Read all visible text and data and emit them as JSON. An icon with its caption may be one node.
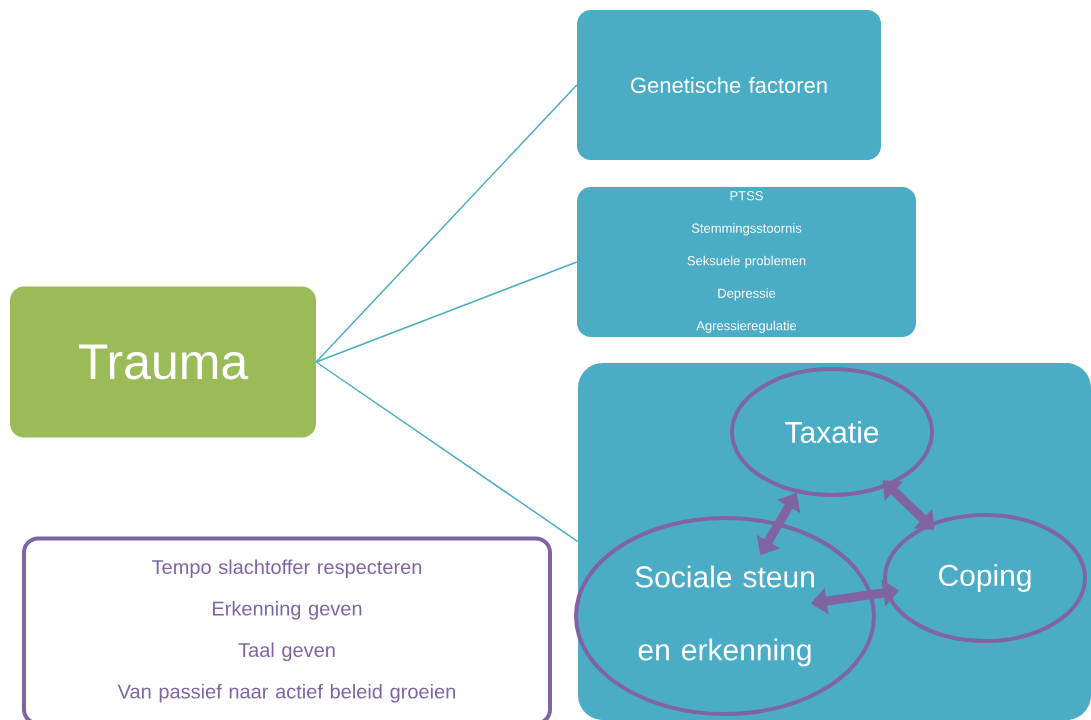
{
  "diagram": {
    "nodes": [
      {
        "text": [
          "Trauma"
        ]
      },
      {
        "text": [
          "Genetische factoren"
        ]
      },
      {
        "text": [
          "PTSS",
          "Stemmingsstoornis",
          "Seksuele problemen",
          "Depressie",
          "Agressieregulatie"
        ]
      },
      {
        "text": [],
        "shape": "box"
      },
      {
        "text": [
          "Taxatie"
        ],
        "in": 3
      },
      {
        "text": [
          "Sociale steun en erkenning"
        ],
        "in": 3
      },
      {
        "text": [
          "Coping"
        ],
        "in": 3
      },
      {
        "text": [
          "Tempo slachtoffer respecteren",
          "Erkenning geven",
          "Taal geven",
          "Van passief naar actief beleid groeien"
        ]
      }
    ],
    "edges": [
      {
        "from": 0,
        "to": 1,
        "arrow": "none"
      },
      {
        "from": 0,
        "to": 2,
        "arrow": "none"
      },
      {
        "from": 0,
        "to": 3,
        "arrow": "none"
      },
      {
        "from": 4,
        "to": 5,
        "arrow": "both",
        "style": "thick",
        "color": "#8064a2"
      },
      {
        "from": 4,
        "to": 6,
        "arrow": "both",
        "style": "thick",
        "color": "#8064a2"
      },
      {
        "from": 5,
        "to": 6,
        "arrow": "both",
        "style": "thick",
        "color": "#8064a2"
      }
    ]
  }
}
